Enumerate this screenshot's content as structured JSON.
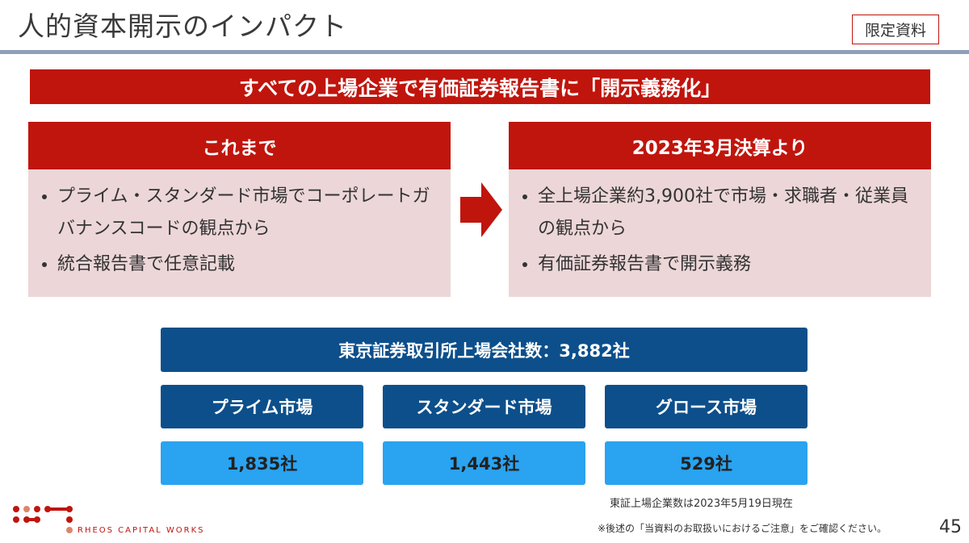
{
  "header": {
    "title": "人的資本開示のインパクト",
    "badge": "限定資料"
  },
  "banner": "すべての上場企業で有価証券報告書に「開示義務化」",
  "left_panel": {
    "title": "これまで",
    "items": [
      "プライム・スタンダード市場でコーポレートガバナンスコードの観点から",
      "統合報告書で任意記載"
    ]
  },
  "right_panel": {
    "title": "2023年3月決算より",
    "items": [
      "全上場企業約3,900社で市場・求職者・従業員の観点から",
      "有価証券報告書で開示義務"
    ]
  },
  "tse": {
    "total": "東京証券取引所上場会社数：3,882社",
    "markets": [
      {
        "name": "プライム市場",
        "count": "1,835社"
      },
      {
        "name": "スタンダード市場",
        "count": "1,443社"
      },
      {
        "name": "グロース市場",
        "count": "529社"
      }
    ]
  },
  "footer": {
    "date_note": "東証上場企業数は2023年5月19日現在",
    "disclaimer": "※後述の「当資料のお取扱いにおけるご注意」をご確認ください。",
    "page": "45",
    "logo": "RHEOS CAPITAL WORKS"
  },
  "colors": {
    "red": "#c0150d",
    "navy": "#0d4f8b",
    "sky": "#2aa3f0",
    "pink": "#ecd6d8"
  }
}
